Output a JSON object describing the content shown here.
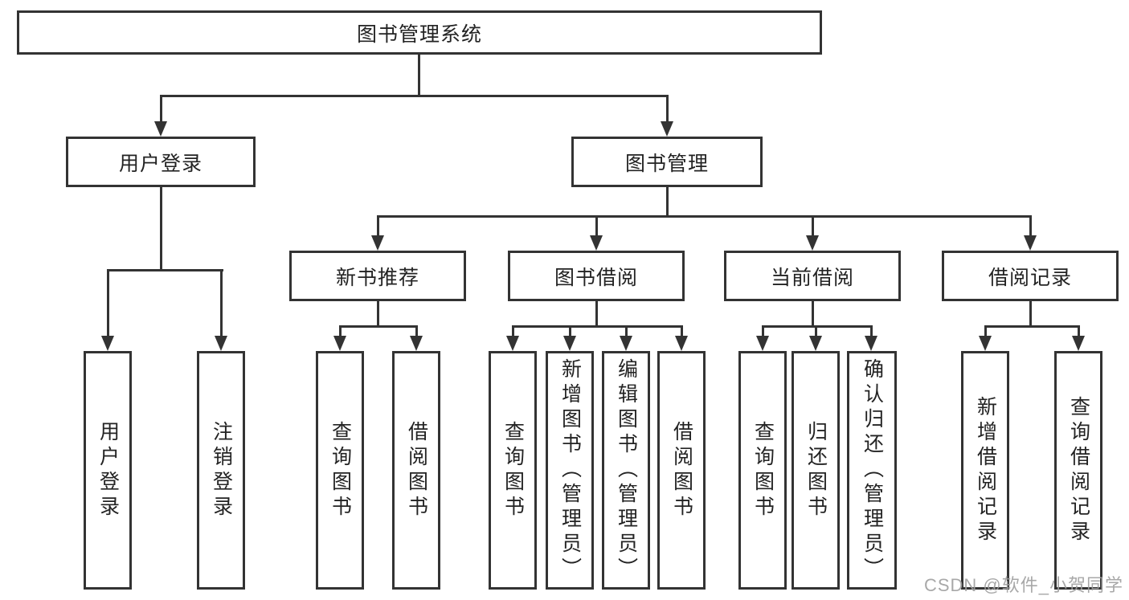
{
  "diagram_title": "图书管理系统",
  "tree": {
    "label": "图书管理系统",
    "children": [
      {
        "label": "用户登录",
        "children": [
          {
            "label": "用户登录"
          },
          {
            "label": "注销登录"
          }
        ]
      },
      {
        "label": "图书管理",
        "children": [
          {
            "label": "新书推荐",
            "children": [
              {
                "label": "查询图书"
              },
              {
                "label": "借阅图书"
              }
            ]
          },
          {
            "label": "图书借阅",
            "children": [
              {
                "label": "查询图书"
              },
              {
                "label": "新增图书（管理员）"
              },
              {
                "label": "编辑图书（管理员）"
              },
              {
                "label": "借阅图书"
              }
            ]
          },
          {
            "label": "当前借阅",
            "children": [
              {
                "label": "查询图书"
              },
              {
                "label": "归还图书"
              },
              {
                "label": "确认归还（管理员）"
              }
            ]
          },
          {
            "label": "借阅记录",
            "children": [
              {
                "label": "新增借阅记录"
              },
              {
                "label": "查询借阅记录"
              }
            ]
          }
        ]
      }
    ]
  },
  "watermark": {
    "text": "CSDN @软件_小贺同学"
  },
  "colors": {
    "line": "#333333",
    "box_border": "#333333",
    "box_fill": "#ffffff",
    "text": "#232323",
    "watermark": "#9e9e9e",
    "background": "#ffffff"
  }
}
